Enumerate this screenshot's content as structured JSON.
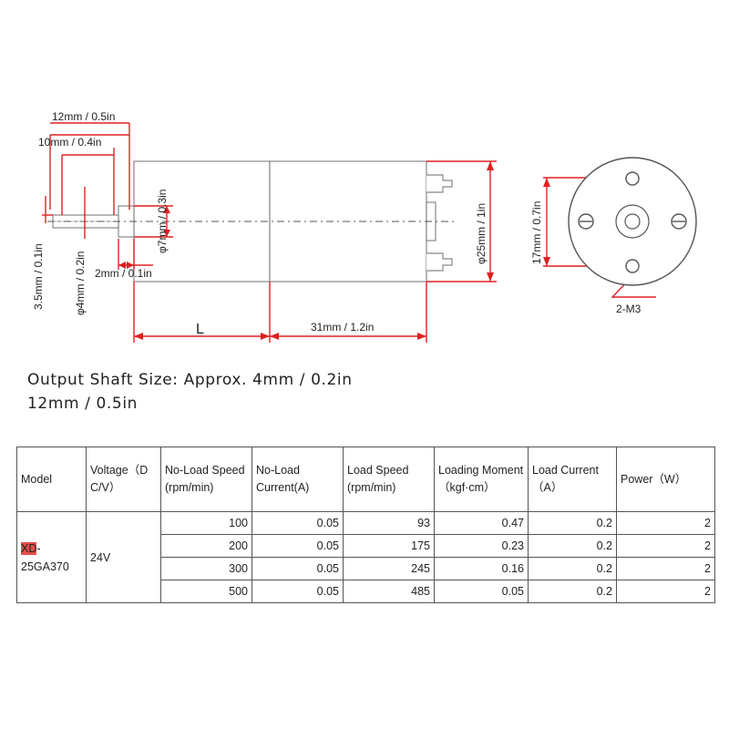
{
  "drawing": {
    "dims": {
      "total_shaft": "12mm / 0.5in",
      "shaft_flat": "10mm / 0.4in",
      "boss_dia": "φ7mm / 0.3in",
      "boss_len": "2mm / 0.1in",
      "flat_depth": "3.5mm / 0.1in",
      "shaft_dia": "φ4mm / 0.2in",
      "body_dia": "φ25mm / 1in",
      "gearbox_len": "L",
      "motor_len": "31mm / 1.2in",
      "hole_spacing": "17mm / 0.7in",
      "screw": "2-M3"
    }
  },
  "size_text": {
    "line1": "Output Shaft Size: Approx. 4mm / 0.2in",
    "line2": "12mm / 0.5in"
  },
  "table": {
    "headers": [
      "Model",
      "Voltage（D C/V）",
      "No-Load Speed (rpm/min)",
      "No-Load Current(A)",
      "Load Speed (rpm/min)",
      "Loading Moment（kgf·cm）",
      "Load Current（A）",
      "Power（W）"
    ],
    "model_prefix": "XD",
    "model_suffix": "-25GA370",
    "voltage": "24V",
    "rows": [
      [
        "100",
        "0.05",
        "93",
        "0.47",
        "0.2",
        "2"
      ],
      [
        "200",
        "0.05",
        "175",
        "0.23",
        "0.2",
        "2"
      ],
      [
        "300",
        "0.05",
        "245",
        "0.16",
        "0.2",
        "2"
      ],
      [
        "500",
        "0.05",
        "485",
        "0.05",
        "0.2",
        "2"
      ]
    ],
    "highlight_color": "#e64d4d"
  }
}
